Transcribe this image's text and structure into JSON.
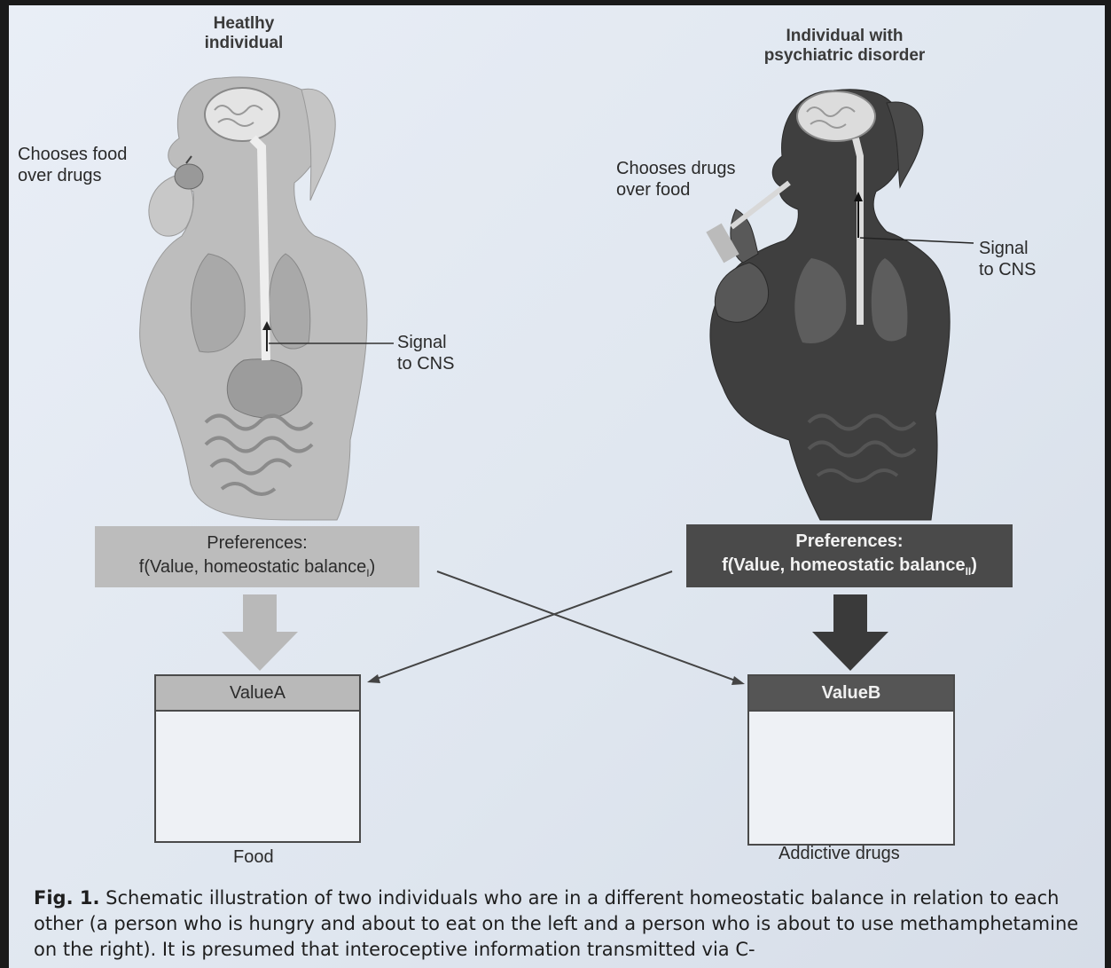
{
  "figure": {
    "left": {
      "title_line1": "Heatlhy",
      "title_line2": "individual",
      "choice_line1": "Chooses food",
      "choice_line2": "over drugs",
      "signal_line1": "Signal",
      "signal_line2": "to CNS",
      "pref_line1": "Preferences:",
      "pref_line2": "f(Value, homeostatic balance",
      "pref_sub": "I",
      "pref_close": ")",
      "value_label": "ValueA",
      "item_caption": "Food"
    },
    "right": {
      "title_line1": "Individual with",
      "title_line2": "psychiatric disorder",
      "choice_line1": "Chooses drugs",
      "choice_line2": "over food",
      "signal_line1": "Signal",
      "signal_line2": "to CNS",
      "pref_line1": "Preferences:",
      "pref_line2": "f(Value, homeostatic balance",
      "pref_sub": "II",
      "pref_close": ")",
      "value_label": "ValueB",
      "item_caption": "Addictive drugs"
    },
    "colors": {
      "healthy_fill": "#b8b8b8",
      "disorder_fill": "#3f3f3f",
      "page_bg": "#e4eaf2"
    }
  },
  "caption": {
    "label": "Fig. 1.",
    "text": " Schematic illustration of two individuals who are in a different homeostatic balance in relation to each other (a person who is hungry and about to eat on the left and a person who is about to use methamphetamine on the right). It is presumed that interoceptive information transmitted via C-"
  }
}
